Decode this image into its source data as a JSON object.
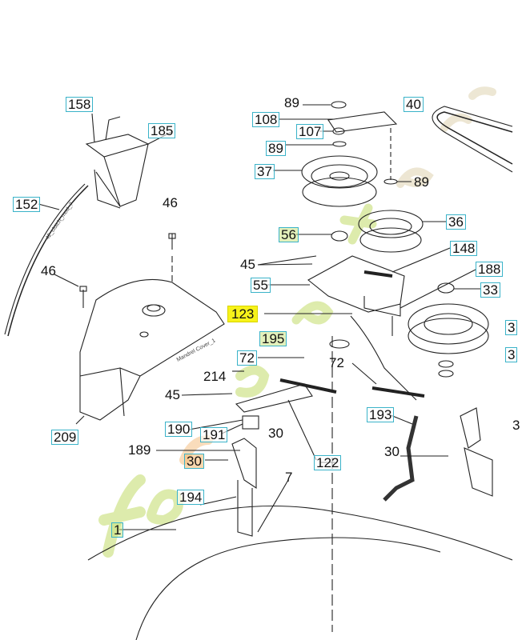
{
  "diagram": {
    "highlighted_part": "123",
    "watermark": "forestjardin.com",
    "annotations": {
      "cable": "42_clutch_mod_7",
      "cover": "Mandrel Cover_1"
    },
    "callouts": [
      {
        "id": "c158",
        "number": "158",
        "boxed": true
      },
      {
        "id": "c185",
        "number": "185",
        "boxed": true
      },
      {
        "id": "c152",
        "number": "152",
        "boxed": true
      },
      {
        "id": "c46a",
        "number": "46",
        "boxed": false
      },
      {
        "id": "c46b",
        "number": "46",
        "boxed": false
      },
      {
        "id": "c209",
        "number": "209",
        "boxed": true
      },
      {
        "id": "c89a",
        "number": "89",
        "boxed": false
      },
      {
        "id": "c108",
        "number": "108",
        "boxed": true
      },
      {
        "id": "c107",
        "number": "107",
        "boxed": true
      },
      {
        "id": "c89b",
        "number": "89",
        "boxed": true
      },
      {
        "id": "c37",
        "number": "37",
        "boxed": true
      },
      {
        "id": "c40",
        "number": "40",
        "boxed": true
      },
      {
        "id": "c89c",
        "number": "89",
        "boxed": false
      },
      {
        "id": "c36",
        "number": "36",
        "boxed": true
      },
      {
        "id": "c56",
        "number": "56",
        "boxed": true
      },
      {
        "id": "c45a",
        "number": "45",
        "boxed": false
      },
      {
        "id": "c55",
        "number": "55",
        "boxed": true
      },
      {
        "id": "c148",
        "number": "148",
        "boxed": true
      },
      {
        "id": "c188",
        "number": "188",
        "boxed": true
      },
      {
        "id": "c33",
        "number": "33",
        "boxed": true
      },
      {
        "id": "c3a",
        "number": "3",
        "boxed": true
      },
      {
        "id": "c3b",
        "number": "3",
        "boxed": true
      },
      {
        "id": "c123",
        "number": "123",
        "boxed": true
      },
      {
        "id": "c195",
        "number": "195",
        "boxed": true
      },
      {
        "id": "c72a",
        "number": "72",
        "boxed": true
      },
      {
        "id": "c214",
        "number": "214",
        "boxed": false
      },
      {
        "id": "c72b",
        "number": "72",
        "boxed": false
      },
      {
        "id": "c45b",
        "number": "45",
        "boxed": false
      },
      {
        "id": "c190",
        "number": "190",
        "boxed": true
      },
      {
        "id": "c191",
        "number": "191",
        "boxed": true
      },
      {
        "id": "c30a",
        "number": "30",
        "boxed": false
      },
      {
        "id": "c189",
        "number": "189",
        "boxed": false
      },
      {
        "id": "c30b",
        "number": "30",
        "boxed": true
      },
      {
        "id": "c122",
        "number": "122",
        "boxed": true
      },
      {
        "id": "c7",
        "number": "7",
        "boxed": false
      },
      {
        "id": "c194",
        "number": "194",
        "boxed": true
      },
      {
        "id": "c1",
        "number": "1",
        "boxed": true
      },
      {
        "id": "c193",
        "number": "193",
        "boxed": true
      },
      {
        "id": "c30c",
        "number": "30",
        "boxed": false
      },
      {
        "id": "c3c",
        "number": "3",
        "boxed": false
      }
    ]
  }
}
